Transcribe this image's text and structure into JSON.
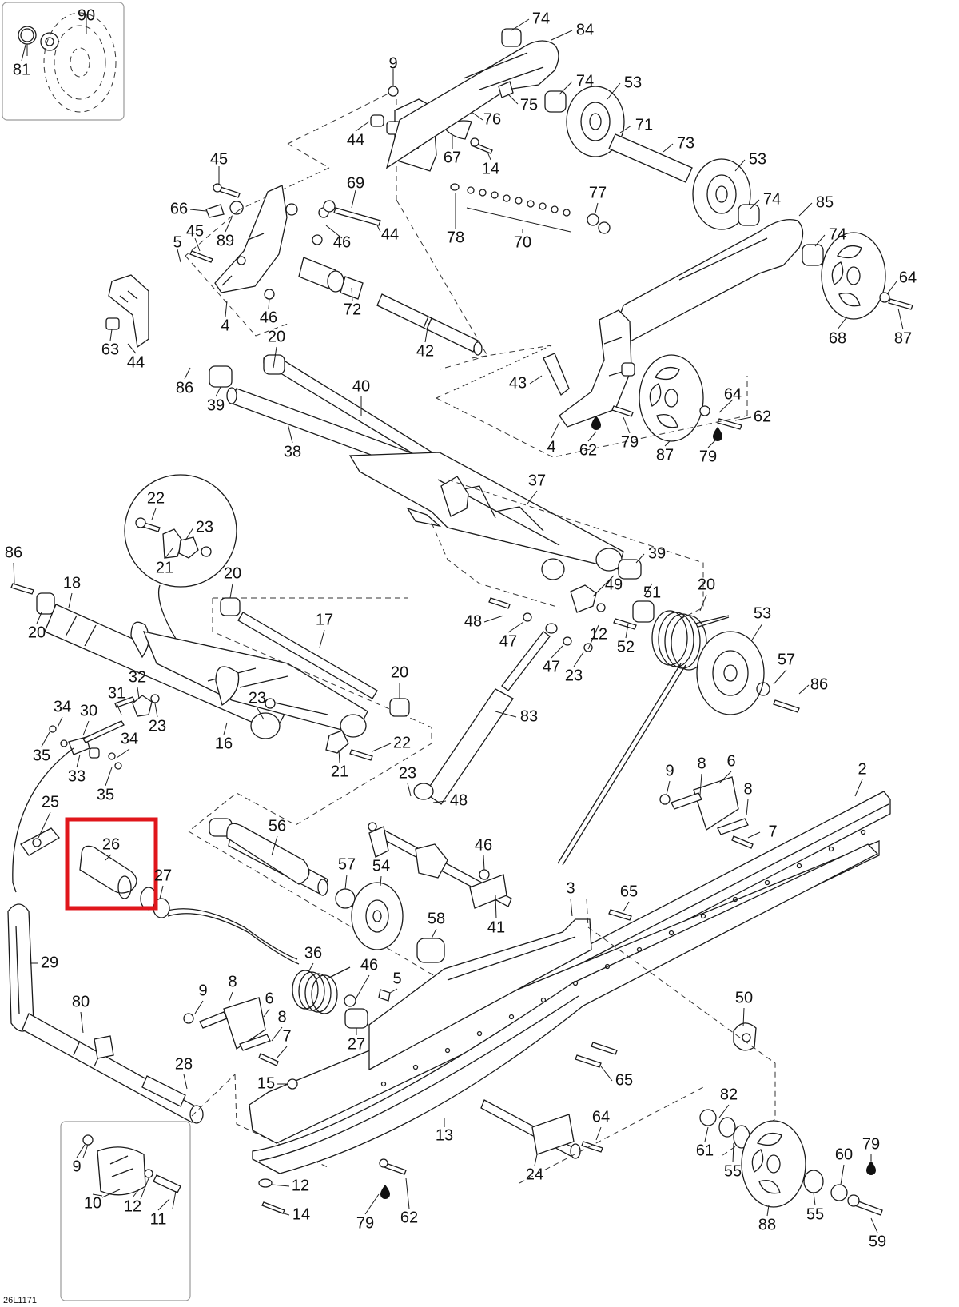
{
  "drawing_code": "26L1171",
  "highlight": {
    "part": "26",
    "color": "#e0161b"
  },
  "callouts": [
    "90",
    "81",
    "74",
    "84",
    "9",
    "74",
    "53",
    "75",
    "44",
    "76",
    "67",
    "71",
    "73",
    "14",
    "45",
    "69",
    "53",
    "66",
    "77",
    "89",
    "46",
    "44",
    "74",
    "85",
    "45",
    "74",
    "64",
    "5",
    "78",
    "70",
    "72",
    "46",
    "4",
    "87",
    "63",
    "44",
    "42",
    "68",
    "20",
    "86",
    "40",
    "43",
    "64",
    "39",
    "62",
    "38",
    "4",
    "79",
    "62",
    "87",
    "79",
    "37",
    "22",
    "23",
    "21",
    "86",
    "20",
    "18",
    "20",
    "39",
    "51",
    "49",
    "20",
    "48",
    "47",
    "12",
    "53",
    "17",
    "52",
    "47",
    "23",
    "57",
    "86",
    "20",
    "31",
    "32",
    "34",
    "30",
    "23",
    "23",
    "83",
    "16",
    "22",
    "35",
    "34",
    "33",
    "21",
    "35",
    "23",
    "9",
    "8",
    "6",
    "2",
    "48",
    "8",
    "25",
    "26",
    "56",
    "7",
    "27",
    "57",
    "54",
    "46",
    "3",
    "65",
    "58",
    "41",
    "29",
    "36",
    "46",
    "9",
    "8",
    "5",
    "6",
    "80",
    "27",
    "50",
    "8",
    "7",
    "65",
    "28",
    "15",
    "82",
    "64",
    "13",
    "9",
    "61",
    "55",
    "60",
    "24",
    "79",
    "10",
    "12",
    "11",
    "12",
    "14",
    "79",
    "62",
    "88",
    "55",
    "59"
  ]
}
